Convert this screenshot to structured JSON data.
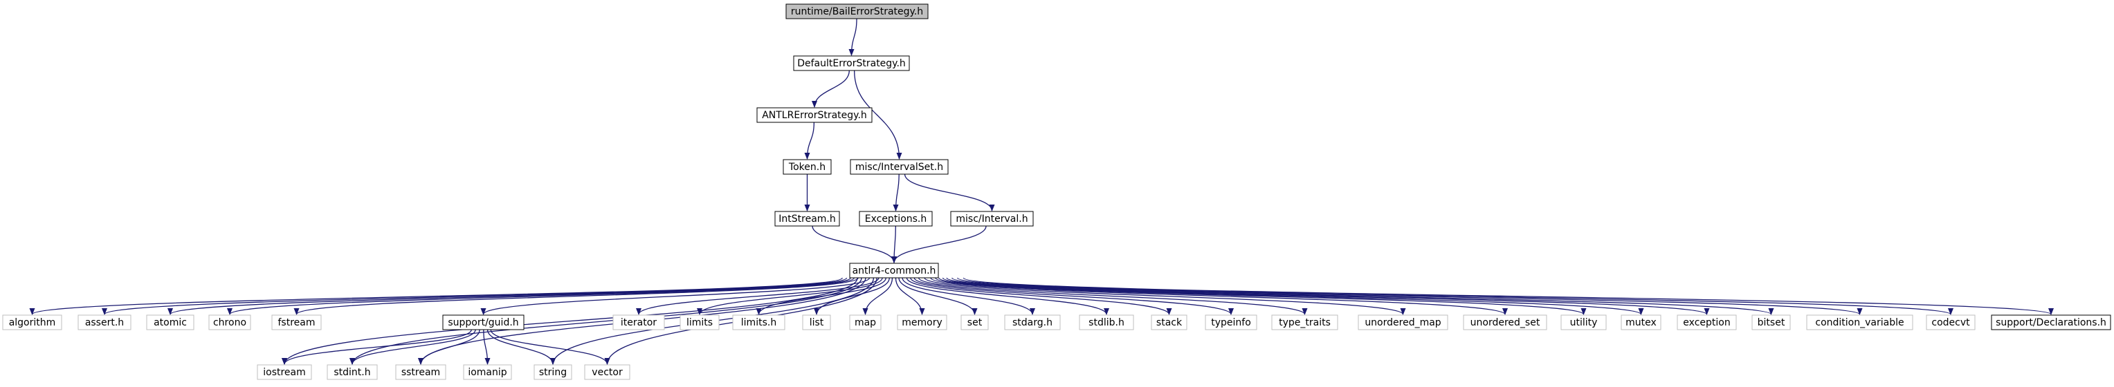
{
  "nodes": [
    {
      "id": "root",
      "label": "runtime/BailErrorStrategy.h",
      "style": "root"
    },
    {
      "id": "des",
      "label": "DefaultErrorStrategy.h",
      "style": "doc"
    },
    {
      "id": "antlres",
      "label": "ANTLRErrorStrategy.h",
      "style": "doc"
    },
    {
      "id": "token",
      "label": "Token.h",
      "style": "doc"
    },
    {
      "id": "intstream",
      "label": "IntStream.h",
      "style": "doc"
    },
    {
      "id": "intervalset",
      "label": "misc/IntervalSet.h",
      "style": "doc"
    },
    {
      "id": "exceptions",
      "label": "Exceptions.h",
      "style": "doc"
    },
    {
      "id": "interval",
      "label": "misc/Interval.h",
      "style": "doc"
    },
    {
      "id": "common",
      "label": "antlr4-common.h",
      "style": "doc"
    },
    {
      "id": "algorithm",
      "label": "algorithm",
      "style": "sys"
    },
    {
      "id": "assert",
      "label": "assert.h",
      "style": "sys"
    },
    {
      "id": "atomic",
      "label": "atomic",
      "style": "sys"
    },
    {
      "id": "chrono",
      "label": "chrono",
      "style": "sys"
    },
    {
      "id": "fstream",
      "label": "fstream",
      "style": "sys"
    },
    {
      "id": "guid",
      "label": "support/guid.h",
      "style": "doc"
    },
    {
      "id": "iterator",
      "label": "iterator",
      "style": "sys"
    },
    {
      "id": "limits",
      "label": "limits",
      "style": "sys"
    },
    {
      "id": "limitsh",
      "label": "limits.h",
      "style": "sys"
    },
    {
      "id": "list",
      "label": "list",
      "style": "sys"
    },
    {
      "id": "map",
      "label": "map",
      "style": "sys"
    },
    {
      "id": "memory",
      "label": "memory",
      "style": "sys"
    },
    {
      "id": "set",
      "label": "set",
      "style": "sys"
    },
    {
      "id": "stdarg",
      "label": "stdarg.h",
      "style": "sys"
    },
    {
      "id": "stdlib",
      "label": "stdlib.h",
      "style": "sys"
    },
    {
      "id": "stack",
      "label": "stack",
      "style": "sys"
    },
    {
      "id": "typeinfo",
      "label": "typeinfo",
      "style": "sys"
    },
    {
      "id": "type_traits",
      "label": "type_traits",
      "style": "sys"
    },
    {
      "id": "unordered_map",
      "label": "unordered_map",
      "style": "sys"
    },
    {
      "id": "unordered_set",
      "label": "unordered_set",
      "style": "sys"
    },
    {
      "id": "utility",
      "label": "utility",
      "style": "sys"
    },
    {
      "id": "mutex",
      "label": "mutex",
      "style": "sys"
    },
    {
      "id": "exception",
      "label": "exception",
      "style": "sys"
    },
    {
      "id": "bitset",
      "label": "bitset",
      "style": "sys"
    },
    {
      "id": "condvar",
      "label": "condition_variable",
      "style": "sys"
    },
    {
      "id": "codecvt",
      "label": "codecvt",
      "style": "sys"
    },
    {
      "id": "decl",
      "label": "support/Declarations.h",
      "style": "doc"
    },
    {
      "id": "iostream",
      "label": "iostream",
      "style": "sys"
    },
    {
      "id": "stdint",
      "label": "stdint.h",
      "style": "sys"
    },
    {
      "id": "sstream",
      "label": "sstream",
      "style": "sys"
    },
    {
      "id": "iomanip",
      "label": "iomanip",
      "style": "sys"
    },
    {
      "id": "string",
      "label": "string",
      "style": "sys"
    },
    {
      "id": "vector",
      "label": "vector",
      "style": "sys"
    }
  ],
  "edges": [
    [
      "root",
      "des"
    ],
    [
      "des",
      "antlres"
    ],
    [
      "des",
      "intervalset"
    ],
    [
      "antlres",
      "token"
    ],
    [
      "token",
      "intstream"
    ],
    [
      "intstream",
      "common"
    ],
    [
      "intervalset",
      "exceptions"
    ],
    [
      "intervalset",
      "interval"
    ],
    [
      "exceptions",
      "common"
    ],
    [
      "interval",
      "common"
    ],
    [
      "common",
      "algorithm"
    ],
    [
      "common",
      "assert"
    ],
    [
      "common",
      "atomic"
    ],
    [
      "common",
      "chrono"
    ],
    [
      "common",
      "fstream"
    ],
    [
      "common",
      "iostream"
    ],
    [
      "common",
      "stdint"
    ],
    [
      "common",
      "sstream"
    ],
    [
      "common",
      "guid"
    ],
    [
      "common",
      "string"
    ],
    [
      "common",
      "vector"
    ],
    [
      "common",
      "iterator"
    ],
    [
      "common",
      "limits"
    ],
    [
      "common",
      "limitsh"
    ],
    [
      "common",
      "list"
    ],
    [
      "common",
      "map"
    ],
    [
      "common",
      "memory"
    ],
    [
      "common",
      "set"
    ],
    [
      "common",
      "stdarg"
    ],
    [
      "common",
      "stdlib"
    ],
    [
      "common",
      "stack"
    ],
    [
      "common",
      "typeinfo"
    ],
    [
      "common",
      "type_traits"
    ],
    [
      "common",
      "unordered_map"
    ],
    [
      "common",
      "unordered_set"
    ],
    [
      "common",
      "utility"
    ],
    [
      "common",
      "mutex"
    ],
    [
      "common",
      "exception"
    ],
    [
      "common",
      "bitset"
    ],
    [
      "common",
      "condvar"
    ],
    [
      "common",
      "codecvt"
    ],
    [
      "common",
      "decl"
    ],
    [
      "guid",
      "iostream"
    ],
    [
      "guid",
      "stdint"
    ],
    [
      "guid",
      "sstream"
    ],
    [
      "guid",
      "iomanip"
    ],
    [
      "guid",
      "string"
    ],
    [
      "guid",
      "vector"
    ]
  ],
  "colors": {
    "edge": "#191970",
    "root_fill": "#bfbfbf",
    "doc_stroke": "#000000",
    "sys_stroke": "#bfbfbf",
    "text": "#000000"
  }
}
